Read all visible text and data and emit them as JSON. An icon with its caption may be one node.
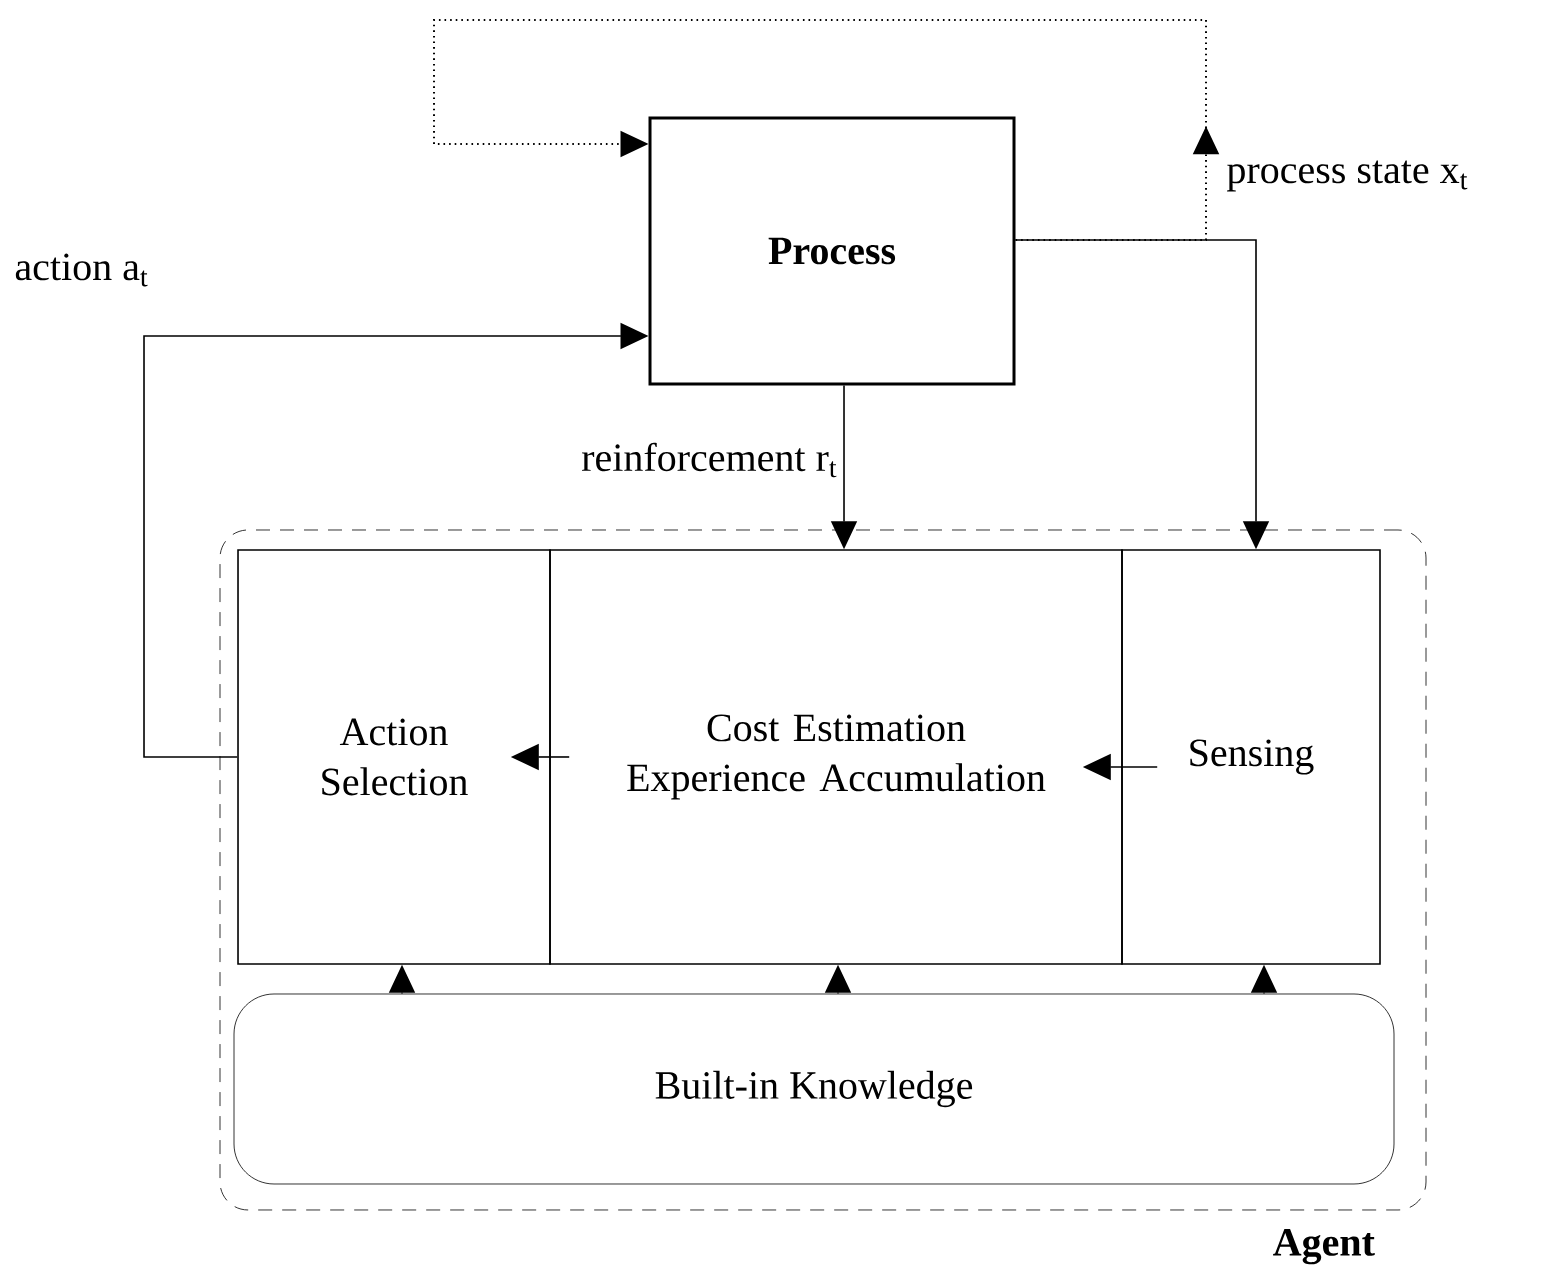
{
  "diagram": {
    "nodes": [
      {
        "text": [
          "Agent"
        ]
      },
      {
        "text": [
          "Process"
        ]
      },
      {
        "text": [
          "Action Selection"
        ],
        "in": 0
      },
      {
        "text": [
          "Cost Estimation",
          "Experience Accumulation"
        ],
        "in": 0
      },
      {
        "text": [
          "Sensing"
        ],
        "in": 0
      },
      {
        "text": [
          "Built-in Knowledge"
        ],
        "in": 0
      }
    ],
    "edges": [
      {
        "from": 1,
        "to": 1,
        "arrow": "to",
        "style": "dashed",
        "label": "process state x$_{t}$"
      },
      {
        "from": 1,
        "to": 3,
        "arrow": "to",
        "label": "reinforcement r$_{t}$"
      },
      {
        "from": 1,
        "to": 4,
        "arrow": "to"
      },
      {
        "from": 2,
        "to": 1,
        "arrow": "to",
        "label": "action a$_{t}$"
      },
      {
        "from": 4,
        "to": 3,
        "arrow": "to"
      },
      {
        "from": 3,
        "to": 2,
        "arrow": "to"
      },
      {
        "from": 5,
        "to": 2,
        "arrow": "to"
      },
      {
        "from": 5,
        "to": 3,
        "arrow": "to"
      },
      {
        "from": 5,
        "to": 4,
        "arrow": "to"
      }
    ]
  }
}
